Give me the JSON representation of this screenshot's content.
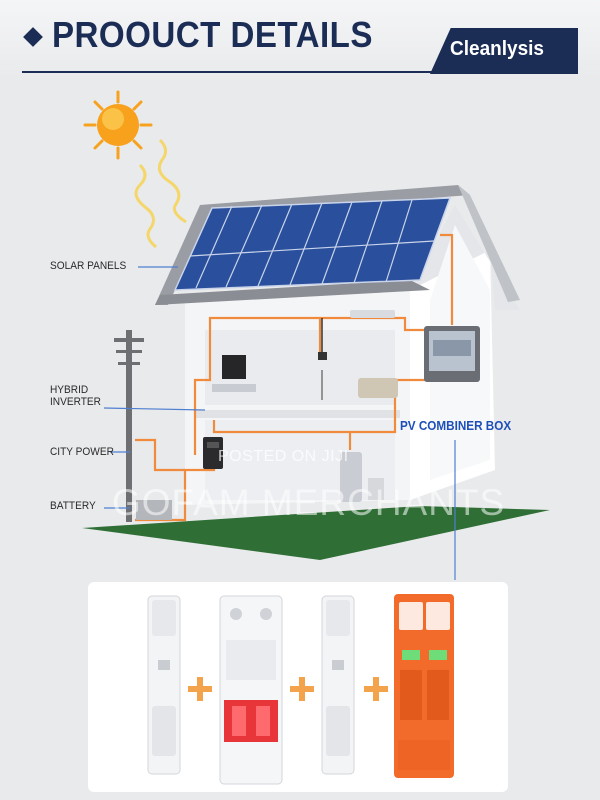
{
  "header": {
    "title": "PROOUCT DETAILS",
    "brand": "Cleanlysis"
  },
  "labels": {
    "solar_panels": "SOLAR PANELS",
    "hybrid_inverter": "HYBRID INVERTER",
    "city_power": "CITY POWER",
    "battery": "BATTERY",
    "pv_combiner_box": "PV COMBINER BOX"
  },
  "watermark": {
    "line1": "POSTED ON JIJI",
    "line2": "GOFAM MERCHANTS"
  },
  "components": [
    {
      "name": "fuse-holder",
      "quantity_symbol": "+"
    },
    {
      "name": "two-pole-breaker",
      "quantity_symbol": "+"
    },
    {
      "name": "fuse-holder",
      "quantity_symbol": "+"
    },
    {
      "name": "surge-protector"
    }
  ],
  "colors": {
    "navy": "#1b2d55",
    "wire": "#f08a3c",
    "grass": "#2f6f36",
    "pv_label": "#1d4fb8",
    "breaker_red": "#e8353a",
    "spd_orange": "#f26b2a",
    "plus_orange": "#f2a34c"
  }
}
